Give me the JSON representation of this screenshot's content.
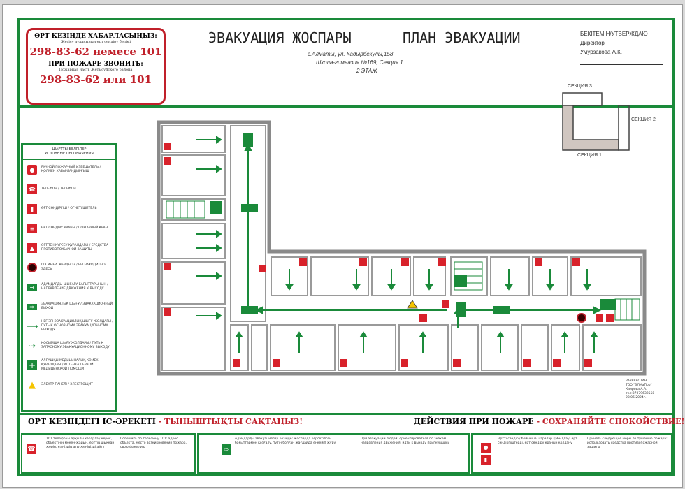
{
  "phone_box": {
    "kz_heading": "ӨРТ КЕЗІНДЕ ХАБАРЛАСЫҢЫЗ:",
    "kz_sub": "Жетісу ауданының өрт сөндіру бөлімі",
    "kz_number": "298-83-62 немесе 101",
    "ru_heading": "ПРИ ПОЖАРЕ ЗВОНИТЬ:",
    "ru_sub": "Пожарная часть Жетысуйского района",
    "ru_number": "298-83-62 или 101"
  },
  "header": {
    "title_kz": "ЭВАКУАЦИЯ ЖОСПАРЫ",
    "title_ru": "ПЛАН ЭВАКУАЦИИ",
    "address_1": "г.Алматы, ул. Кадырбекулы,158",
    "address_2": "Школа-гимназия №169, Секция 1",
    "address_3": "2 ЭТАЖ",
    "approve_1": "БЕКІТЕМІН/УТВЕРЖДАЮ",
    "approve_2": "Директор",
    "approve_3": "Умурзакова А.К."
  },
  "sections": {
    "s1": "СЕКЦИЯ 1",
    "s2": "СЕКЦИЯ 2",
    "s3": "СЕКЦИЯ 3"
  },
  "legend": {
    "title": "ШАРТТЫ БЕЛГІЛЕР\nУСЛОВНЫЕ ОБОЗНАЧЕНИЯ",
    "items": [
      {
        "icon": "fire-alarm-button-icon",
        "text": "ручной пожарный извещатель / қолмен хабарландырғыш"
      },
      {
        "icon": "telephone-icon",
        "text": "телефон / телефон"
      },
      {
        "icon": "fire-extinguisher-icon",
        "text": "өрт сөндіргіш / огнетушитель"
      },
      {
        "icon": "fire-hydrant-icon",
        "text": "өрт сөндіру краны / пожарный кран"
      },
      {
        "icon": "fire-protection-means-icon",
        "text": "өртпен күресу құралдары / средства противопожарной защиты"
      },
      {
        "icon": "you-are-here-icon",
        "text": "сіз мына жердесіз / вы находитесь здесь"
      },
      {
        "icon": "exit-direction-icon",
        "text": "адамдарды шығару бағыттарының / направление движения к выходу"
      },
      {
        "icon": "evacuation-exit-icon",
        "text": "эвакуациялық шығу / эвакуационный выход"
      },
      {
        "icon": "main-route-arrow-icon",
        "text": "негізгі эвакуациялық шығу жолдары / путь к основному эвакуационному выходу"
      },
      {
        "icon": "spare-route-arrow-icon",
        "text": "қосымша шығу жолдары / путь к запасному эвакуационному выходу"
      },
      {
        "icon": "first-aid-icon",
        "text": "алғашқы медициналық көмек құралдары / аптечка первой медицинской помощи"
      },
      {
        "icon": "electrical-panel-icon",
        "text": "электр панелі / электрощит"
      }
    ]
  },
  "footer": {
    "title_kz_1": "ӨРТ КЕЗІНДЕГІ ІС-ӘРЕКЕТІ",
    "title_kz_2": " - ТЫНЫШТЫҚТЫ САҚТАҢЫЗ!",
    "title_ru_1": "ДЕЙСТВИЯ ПРИ ПОЖАРЕ",
    "title_ru_2": " - СОХРАНЯЙТЕ СПОКОЙСТВИЕ!",
    "c1a": "101 телефоны арқылы хабарлау керек, объектінің мекен-жайын, өрттің шыққан жерін, өзіңіздің аты-жөніңізді айту",
    "c1b": "Сообщить по телефону 101: адрес объекта, место возникновения пожара, свою фамилию",
    "c2a": "Адамдарды эвакуациялау кезінде: жоспарда көрсетілген бағыттармен қозғалу, түтін болған жағдайда еңкейіп жүру",
    "c2b": "При эвакуации людей: ориентироваться по знакам направления движения, идти к выходу пригнувшись",
    "c3a": "Өртті сөндіру бойынша шаралар қабылдау: өрт сөндіргіштерді, өрт сөндіру кранын қолдану",
    "c3b": "Принять следующие меры по тушению пожара: использовать средства противопожарной защиты"
  },
  "developer": {
    "l1": "РАЗРАБОТАН",
    "l2": "ТОО \"ЭЛМаПро\"",
    "l3": "Каирова А.А.",
    "l4": "тел:87079632558",
    "l5": "28.06.2024г."
  },
  "colors": {
    "green": "#1a8a3a",
    "red": "#c0202a",
    "wall": "#8a8a8a"
  }
}
